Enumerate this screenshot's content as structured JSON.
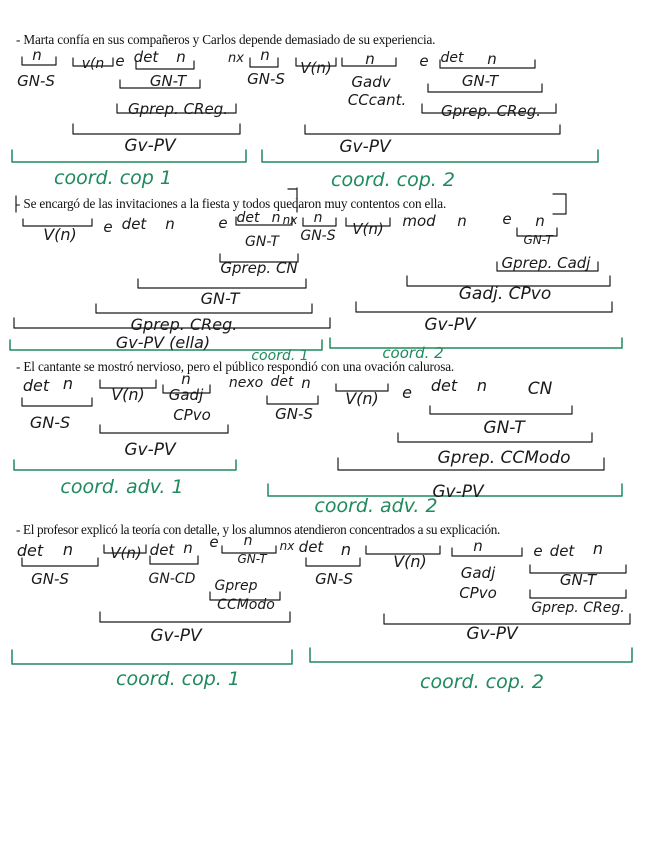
{
  "sentences": [
    "- Marta confía en sus compañeros y Carlos depende demasiado de su experiencia.",
    "- Se encargó de las invitaciones a la fiesta y todos quedaron muy contentos con ella.",
    "-  El cantante se mostró nervioso, pero el público respondió con una ovación calurosa.",
    "- El profesor explicó la teoría con detalle, y los alumnos atendieron concentrados a su explicación."
  ],
  "annotations": {
    "s1": {
      "words": [
        "n",
        "v(n",
        "e",
        "det",
        "n",
        "nx",
        "n",
        "V(n)",
        "n",
        "e",
        "det",
        "n"
      ],
      "labels": [
        "GN-S",
        "GN-T",
        "GN-S",
        "Gadv",
        "CCcant.",
        "GN-T",
        "Gprep. CReg.",
        "Gprep. CReg."
      ],
      "pv": [
        "Gv-PV",
        "Gv-PV"
      ],
      "coord": [
        "coord. cop 1",
        "coord. cop. 2"
      ]
    },
    "s2": {
      "words": [
        "V(n)",
        "e",
        "det",
        "n",
        "e",
        "det",
        "n",
        "nx",
        "n",
        "V(n)",
        "mod",
        "n",
        "e",
        "n"
      ],
      "labels": [
        "GN-T",
        "Gprep. CN",
        "GN-T",
        "Gprep. CReg.",
        "GN-S",
        "GN-T",
        "Gprep. Cadj",
        "Gadj. CPvo"
      ],
      "pv": [
        "Gv-PV (ella)",
        "Gv-PV"
      ],
      "coord": [
        "coord. 1",
        "coord. 2"
      ]
    },
    "s3": {
      "words": [
        "det",
        "n",
        "V(n)",
        "n",
        "nexo",
        "det",
        "n",
        "V(n)",
        "e",
        "det",
        "n",
        "CN"
      ],
      "labels": [
        "GN-S",
        "Gadj",
        "CPvo",
        "GN-S",
        "GN-T",
        "Gprep. CCModo"
      ],
      "pv": [
        "Gv-PV",
        "Gv-PV"
      ],
      "coord": [
        "coord. adv. 1",
        "coord. adv. 2"
      ]
    },
    "s4": {
      "words": [
        "det",
        "n",
        "V(n)",
        "det",
        "n",
        "e",
        "n",
        "nx",
        "det",
        "n",
        "V(n)",
        "n",
        "e",
        "det",
        "n"
      ],
      "labels": [
        "GN-S",
        "GN-CD",
        "GN-T",
        "Gprep",
        "CCModo",
        "GN-S",
        "Gadj",
        "CPvo",
        "GN-T",
        "Gprep. CReg."
      ],
      "pv": [
        "Gv-PV",
        "Gv-PV"
      ],
      "coord": [
        "coord. cop. 1",
        "coord. cop. 2"
      ]
    }
  }
}
